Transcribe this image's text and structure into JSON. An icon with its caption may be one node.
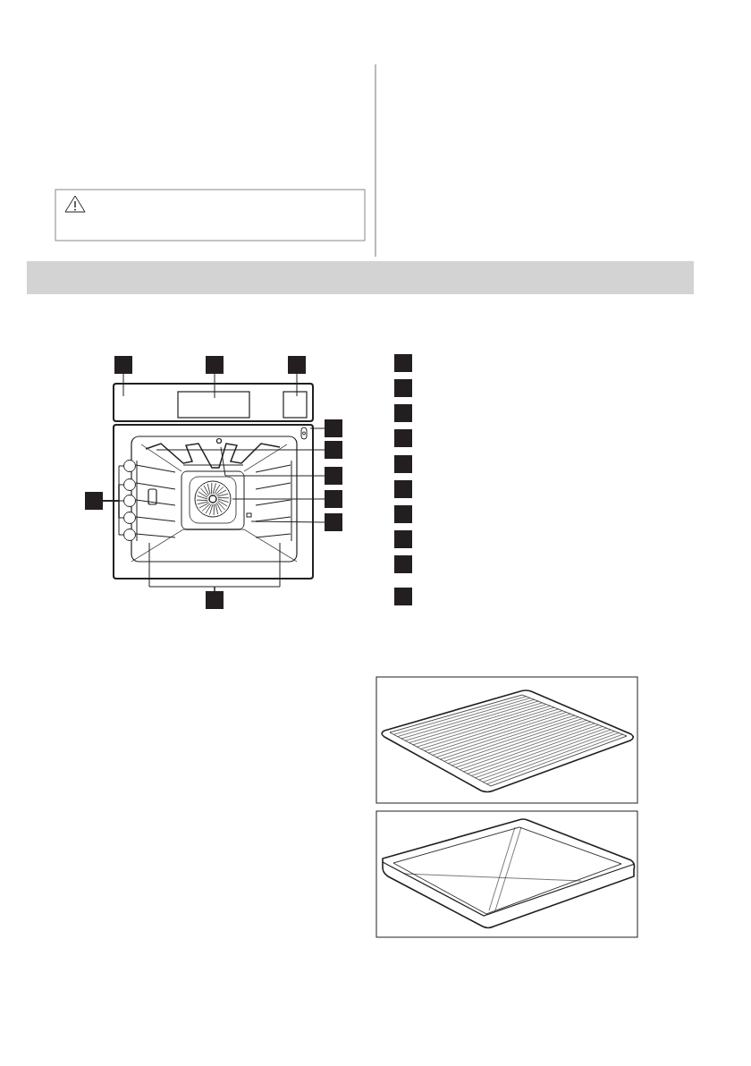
{
  "diagram": {
    "nodes": [
      {
        "text": [],
        "shape": "box"
      },
      {
        "text": [],
        "shape": "box"
      },
      {
        "text": [],
        "shape": "box"
      },
      {
        "text": [],
        "shape": "box"
      },
      {
        "text": [],
        "shape": "box"
      },
      {
        "text": [],
        "shape": "box"
      },
      {
        "text": [],
        "shape": "box"
      },
      {
        "text": [],
        "shape": "box"
      },
      {
        "text": [],
        "shape": "box"
      },
      {
        "text": [],
        "shape": "box"
      },
      {
        "text": [],
        "shape": "circle"
      },
      {
        "text": [],
        "shape": "circle"
      },
      {
        "text": [],
        "shape": "circle"
      },
      {
        "text": [],
        "shape": "circle"
      },
      {
        "text": [],
        "shape": "circle"
      },
      {
        "text": [],
        "shape": "box"
      },
      {
        "text": [],
        "shape": "box"
      },
      {
        "text": [],
        "shape": "box"
      },
      {
        "text": [],
        "shape": "box"
      },
      {
        "text": [],
        "shape": "box"
      },
      {
        "text": [],
        "shape": "box"
      },
      {
        "text": [],
        "shape": "box"
      },
      {
        "text": [],
        "shape": "box"
      },
      {
        "text": [],
        "shape": "box"
      },
      {
        "text": [],
        "shape": "box"
      },
      {
        "text": [],
        "shape": "bar"
      }
    ],
    "edges": [
      {
        "from": 0,
        "to": null,
        "arrow": "none"
      },
      {
        "from": 1,
        "to": null,
        "arrow": "none"
      },
      {
        "from": 2,
        "to": null,
        "arrow": "none"
      },
      {
        "from": 3,
        "to": null,
        "arrow": "none"
      },
      {
        "from": 4,
        "to": null,
        "arrow": "none"
      },
      {
        "from": 5,
        "to": null,
        "arrow": "none"
      },
      {
        "from": 6,
        "to": null,
        "arrow": "none"
      },
      {
        "from": 7,
        "to": null,
        "arrow": "none"
      },
      {
        "from": 8,
        "to": 10,
        "arrow": "none"
      },
      {
        "from": 8,
        "to": 11,
        "arrow": "none"
      },
      {
        "from": 8,
        "to": 12,
        "arrow": "none"
      },
      {
        "from": 8,
        "to": 13,
        "arrow": "none"
      },
      {
        "from": 8,
        "to": 14,
        "arrow": "none"
      },
      {
        "from": 9,
        "to": null,
        "arrow": "none"
      },
      {
        "from": 9,
        "to": null,
        "arrow": "none"
      }
    ]
  }
}
